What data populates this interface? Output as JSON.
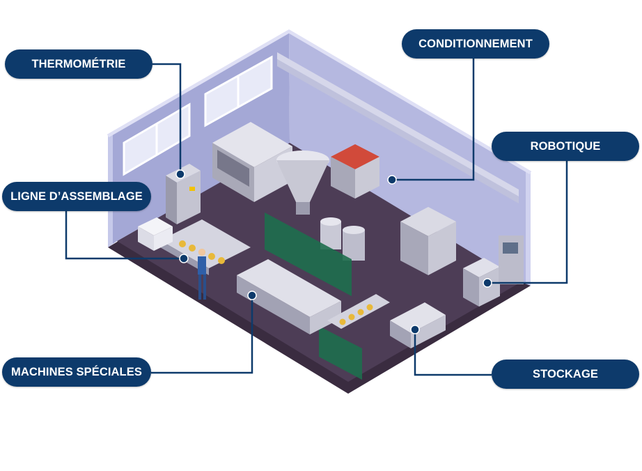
{
  "labels": {
    "thermometrie": "THERMOMÉTRIE",
    "ligne_assemblage": "LIGNE D’ASSEMBLAGE",
    "machines_speciales": "MACHINES SPÉCIALES",
    "conditionnement": "CONDITIONNEMENT",
    "robotique": "ROBOTIQUE",
    "stockage": "STOCKAGE"
  },
  "colors": {
    "label_bg": "#0d3a6b",
    "label_text": "#ffffff",
    "connector": "#0d3a6b",
    "wall": "#a7acd8",
    "floor": "#4a3a52"
  }
}
